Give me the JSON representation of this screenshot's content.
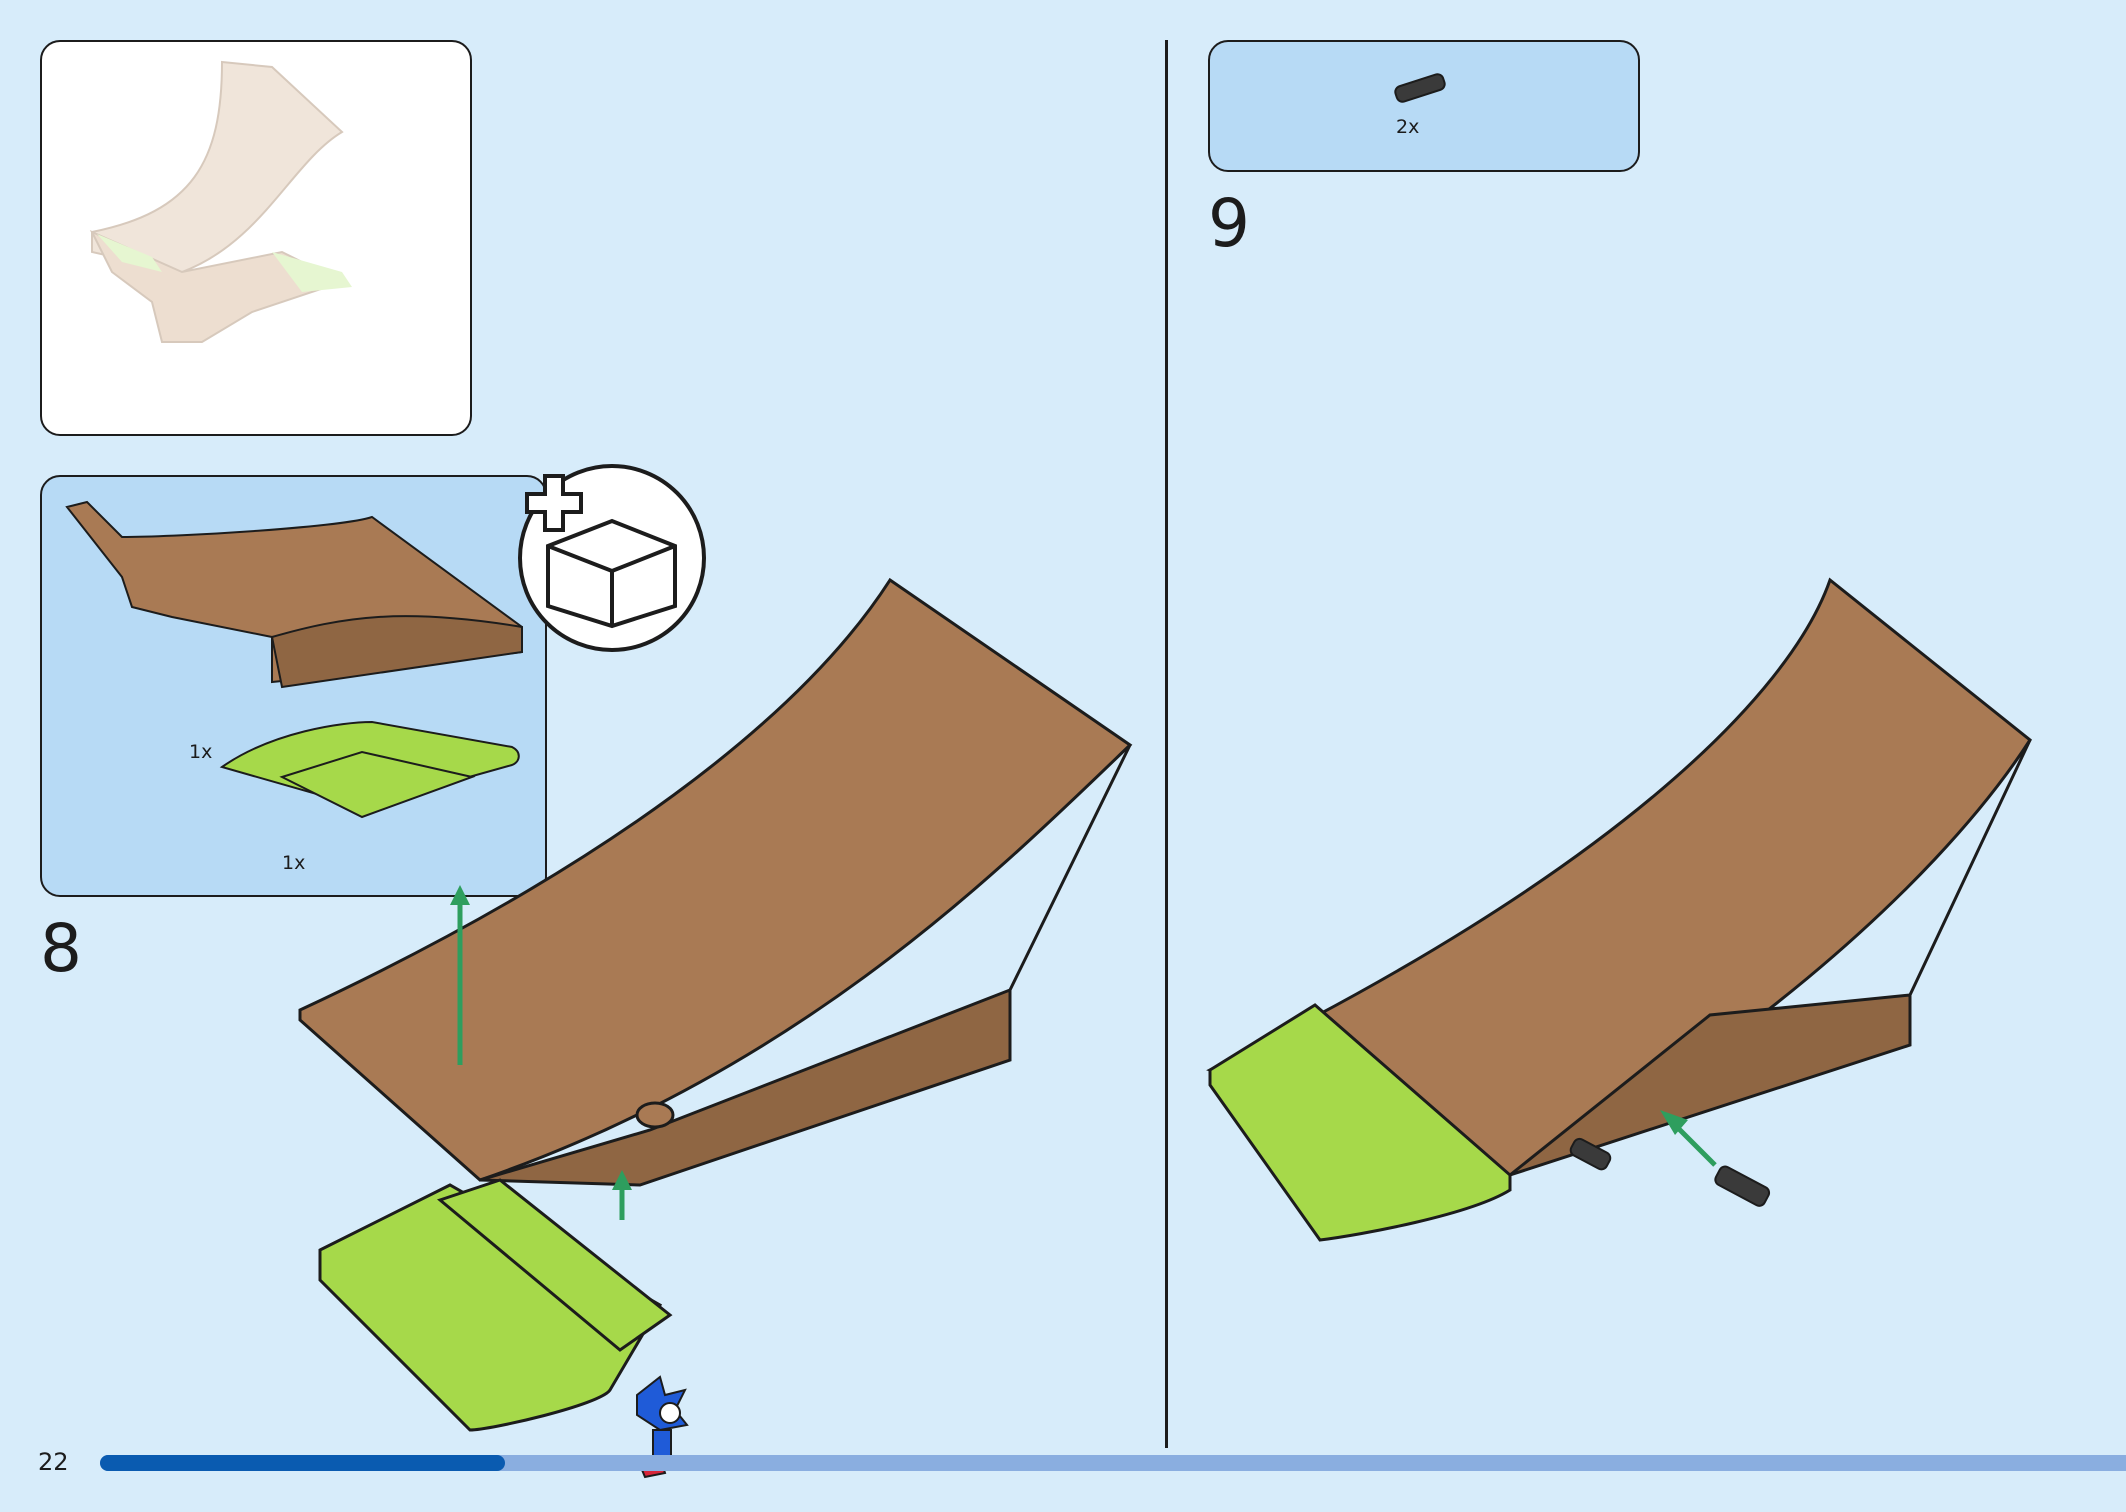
{
  "page": {
    "number": "22",
    "progress_fraction": 0.2
  },
  "colors": {
    "background": "#d7ecfa",
    "panel_blue": "#b7daf5",
    "brick_brown": "#a97a54",
    "brick_lime": "#a6d94a",
    "arrow_green": "#2e9e5e",
    "progress_dark": "#0a5bb0",
    "progress_light": "#8aaee0"
  },
  "steps": [
    {
      "number": "8",
      "parts": [
        {
          "name": "ramp-wedge",
          "quantity": "1x"
        },
        {
          "name": "lime-plate",
          "quantity": "1x"
        }
      ],
      "icon": "add-new-parts-icon"
    },
    {
      "number": "9",
      "parts": [
        {
          "name": "black-pin",
          "quantity": "2x"
        }
      ]
    }
  ]
}
